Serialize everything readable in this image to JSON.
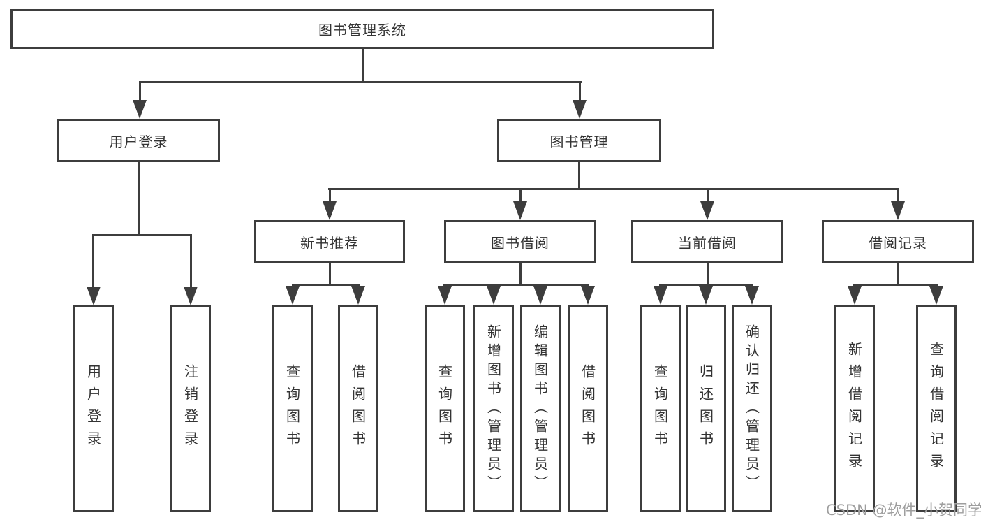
{
  "tree": {
    "root": "图书管理系统",
    "branches": [
      {
        "label": "用户登录",
        "leaves": [
          "用户登录",
          "注销登录"
        ]
      },
      {
        "label": "图书管理",
        "sections": [
          {
            "label": "新书推荐",
            "leaves": [
              "查询图书",
              "借阅图书"
            ]
          },
          {
            "label": "图书借阅",
            "leaves": [
              "查询图书",
              "新增图书（管理员）",
              "编辑图书（管理员）",
              "借阅图书"
            ]
          },
          {
            "label": "当前借阅",
            "leaves": [
              "查询图书",
              "归还图书",
              "确认归还（管理员）"
            ]
          },
          {
            "label": "借阅记录",
            "leaves": [
              "新增借阅记录",
              "查询借阅记录"
            ]
          }
        ]
      }
    ]
  },
  "watermark": {
    "text": "CSDN @软件_小贺同学"
  },
  "colors": {
    "line": "#3d3d3d",
    "text": "#333333",
    "watermark": "#9e9e9e",
    "bg": "#ffffff"
  }
}
